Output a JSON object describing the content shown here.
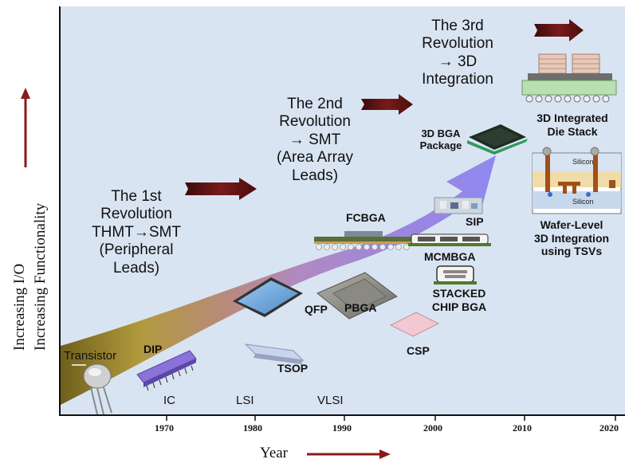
{
  "axis": {
    "y_label_line1": "Increasing I/O",
    "y_label_line2": "Increasing Functionality",
    "x_label": "Year",
    "years": [
      "1970",
      "1980",
      "1990",
      "2000",
      "2010",
      "2020"
    ]
  },
  "eras": [
    "IC",
    "LSI",
    "VLSI"
  ],
  "revolutions": [
    {
      "lines": [
        "The 1st",
        "Revolution",
        "THMT→SMT",
        "(Peripheral",
        "Leads)"
      ]
    },
    {
      "lines": [
        "The 2nd",
        "Revolution",
        "→   SMT",
        "(Area Array",
        "Leads)"
      ]
    },
    {
      "lines": [
        "The 3rd",
        "Revolution",
        "→   3D",
        "Integration"
      ]
    }
  ],
  "packages": {
    "transistor": "Transistor",
    "dip": "DIP",
    "tsop": "TSOP",
    "qfp": "QFP",
    "pbga": "PBGA",
    "fcbga": "FCBGA",
    "csp": "CSP",
    "mcmbga": "MCMBGA",
    "stacked_line1": "STACKED",
    "stacked_line2": "CHIP BGA",
    "sip": "SIP",
    "bga3d_line1": "3D BGA",
    "bga3d_line2": "Package",
    "die_stack_line1": "3D Integrated",
    "die_stack_line2": "Die Stack",
    "wafer_line1": "Wafer-Level",
    "wafer_line2": "3D Integration",
    "wafer_line3": "using TSVs",
    "silicon_top": "Silicon",
    "silicon_bottom": "Silicon"
  },
  "colors": {
    "background": "#d9e4f2",
    "arrow_dark": "#5a1010",
    "axis_arrow": "#8b1a1a"
  }
}
